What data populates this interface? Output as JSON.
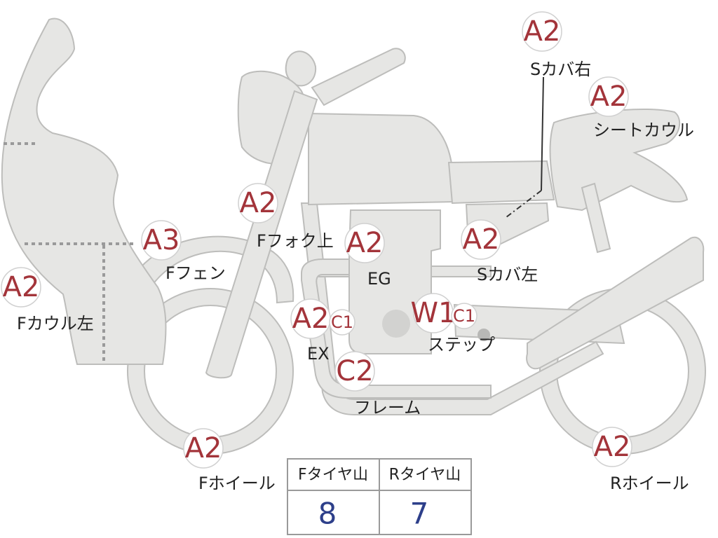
{
  "badges": {
    "s_cover_right": "A2",
    "seat_cowl": "A2",
    "f_fork_top": "A2",
    "f_fender": "A3",
    "f_cowl_left": "A2",
    "engine": "A2",
    "s_cover_left": "A2",
    "exhaust": "A2",
    "exhaust_sub": "C1",
    "step": "W1",
    "step_sub": "C1",
    "frame": "C2",
    "f_wheel": "A2",
    "r_wheel": "A2"
  },
  "labels": {
    "s_cover_right": "Sカバ右",
    "seat_cowl": "シートカウル",
    "f_fork_top": "Fフォク上",
    "f_fender": "Fフェン",
    "f_cowl_left": "Fカウル左",
    "engine": "EG",
    "s_cover_left": "Sカバ左",
    "exhaust": "EX",
    "step": "ステップ",
    "frame": "フレーム",
    "f_wheel": "Fホイール",
    "r_wheel": "Rホイール"
  },
  "tire_table": {
    "front_header": "Fタイヤ山",
    "rear_header": "Rタイヤ山",
    "front_value": "8",
    "rear_value": "7"
  },
  "colors": {
    "part_fill": "#e6e6e4",
    "badge_text": "#a3343a",
    "tire_value": "#2d3f8a"
  }
}
